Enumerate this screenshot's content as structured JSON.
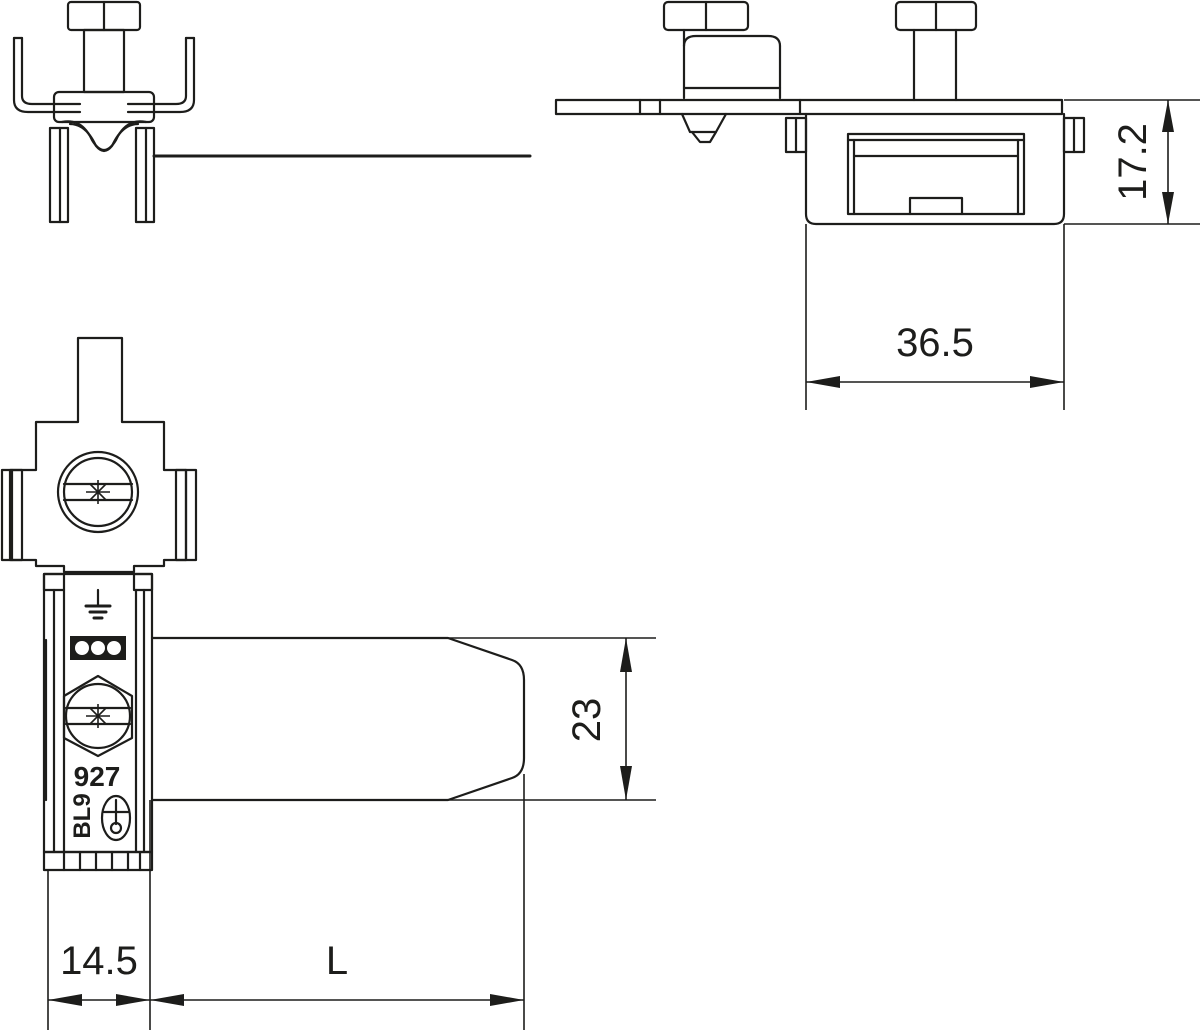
{
  "dimensions": {
    "height_top": "17.2",
    "width_top": "36.5",
    "height_front": "23",
    "width_front": "14.5",
    "length_front": "L"
  },
  "markings": {
    "code": "927",
    "series": "BL9"
  }
}
